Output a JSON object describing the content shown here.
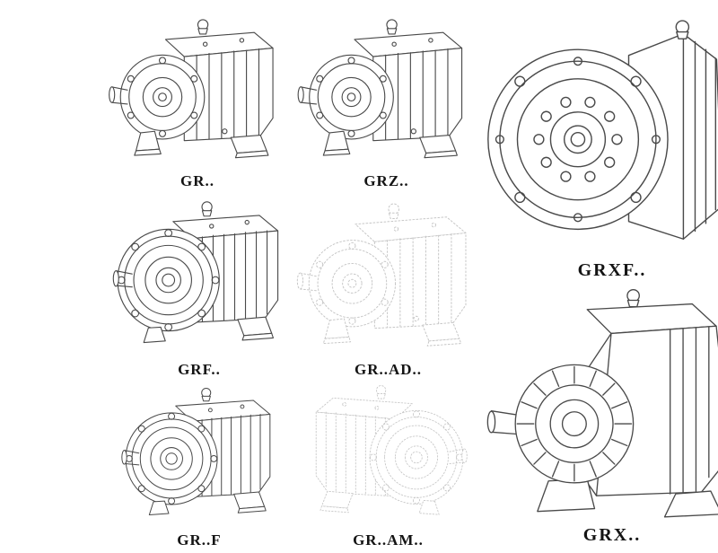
{
  "page": {
    "background": "#ffffff",
    "line_color": "#4a4a4a",
    "ghost_color": "#c6c6c6",
    "description": "Catalog sheet of GR series helical gear reducer variants, isometric technical line drawings"
  },
  "figures": [
    {
      "id": "gr",
      "label": "GR..",
      "style": "solid",
      "type": "foot-mounted reducer"
    },
    {
      "id": "grz",
      "label": "GRZ..",
      "style": "solid",
      "type": "foot-mounted reducer"
    },
    {
      "id": "grxf",
      "label": "GRXF..",
      "style": "solid",
      "type": "flange-mounted reducer, front view"
    },
    {
      "id": "grf",
      "label": "GRF..",
      "style": "solid",
      "type": "flange-mounted reducer"
    },
    {
      "id": "gr-ad",
      "label": "GR..AD..",
      "style": "ghost",
      "type": "reducer with input adapter (phantom outline)"
    },
    {
      "id": "gr-f",
      "label": "GR..F",
      "style": "solid",
      "type": "foot and flange mounted reducer"
    },
    {
      "id": "gr-am",
      "label": "GR..AM..",
      "style": "ghost",
      "type": "reducer with motor adapter flange (phantom outline)"
    },
    {
      "id": "grx",
      "label": "GRX..",
      "style": "solid",
      "type": "large foot-mounted reducer with finned bearing housing"
    }
  ]
}
